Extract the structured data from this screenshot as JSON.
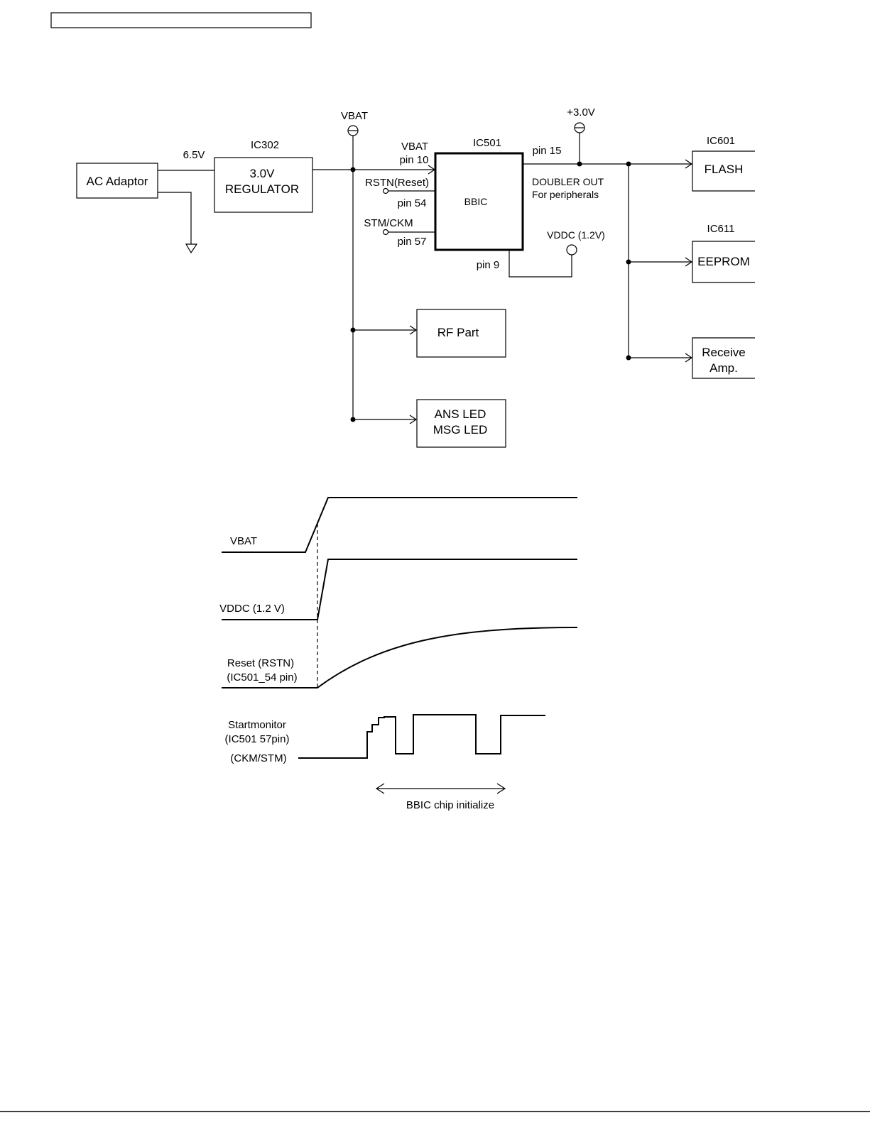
{
  "block_diagram": {
    "ac_adaptor": "AC Adaptor",
    "input_voltage": "6.5V",
    "regulator": {
      "ic": "IC302",
      "line1": "3.0V",
      "line2": "REGULATOR"
    },
    "vbat_node": "VBAT",
    "ic501": {
      "ic": "IC501",
      "name": "BBIC",
      "vbat_label": "VBAT",
      "pin10": "pin 10",
      "rstn": "RSTN(Reset)",
      "pin54": "pin 54",
      "stm": "STM/CKM",
      "pin57": "pin 57",
      "pin15": "pin 15",
      "pin9": "pin 9"
    },
    "supply_3v": "+3.0V",
    "doubler": [
      "DOUBLER OUT",
      "For peripherals"
    ],
    "vddc": "VDDC (1.2V)",
    "rf_part": "RF Part",
    "led_box": [
      "ANS LED",
      "MSG LED"
    ],
    "flash": {
      "ic": "IC601",
      "name": "FLASH"
    },
    "eeprom": {
      "ic": "IC611",
      "name": "EEPROM"
    },
    "receive_amp": [
      "Receive",
      "Amp."
    ]
  },
  "timing_diagram": {
    "vbat": "VBAT",
    "vddc": "VDDC (1.2 V)",
    "reset": [
      "Reset (RSTN)",
      "(IC501_54 pin)"
    ],
    "startmonitor": [
      "Startmonitor",
      "(IC501 57pin)",
      "(CKM/STM)"
    ],
    "init_label": "BBIC chip initialize"
  }
}
